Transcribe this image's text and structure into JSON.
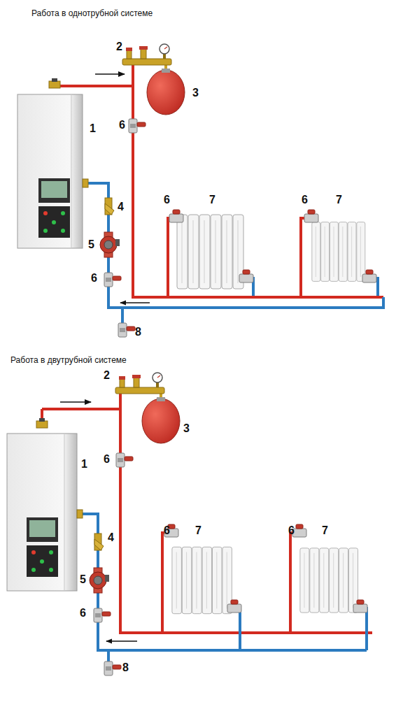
{
  "diagram": {
    "labels": [
      "Работа в однотрубной системе",
      "2",
      "3",
      "1",
      "6",
      "6",
      "7",
      "6",
      "7",
      "4",
      "5",
      "6",
      "8",
      "Работа в двутрубной системе",
      "2",
      "3",
      "1",
      "6",
      "6",
      "7",
      "6",
      "7",
      "4",
      "5",
      "6",
      "8"
    ]
  }
}
